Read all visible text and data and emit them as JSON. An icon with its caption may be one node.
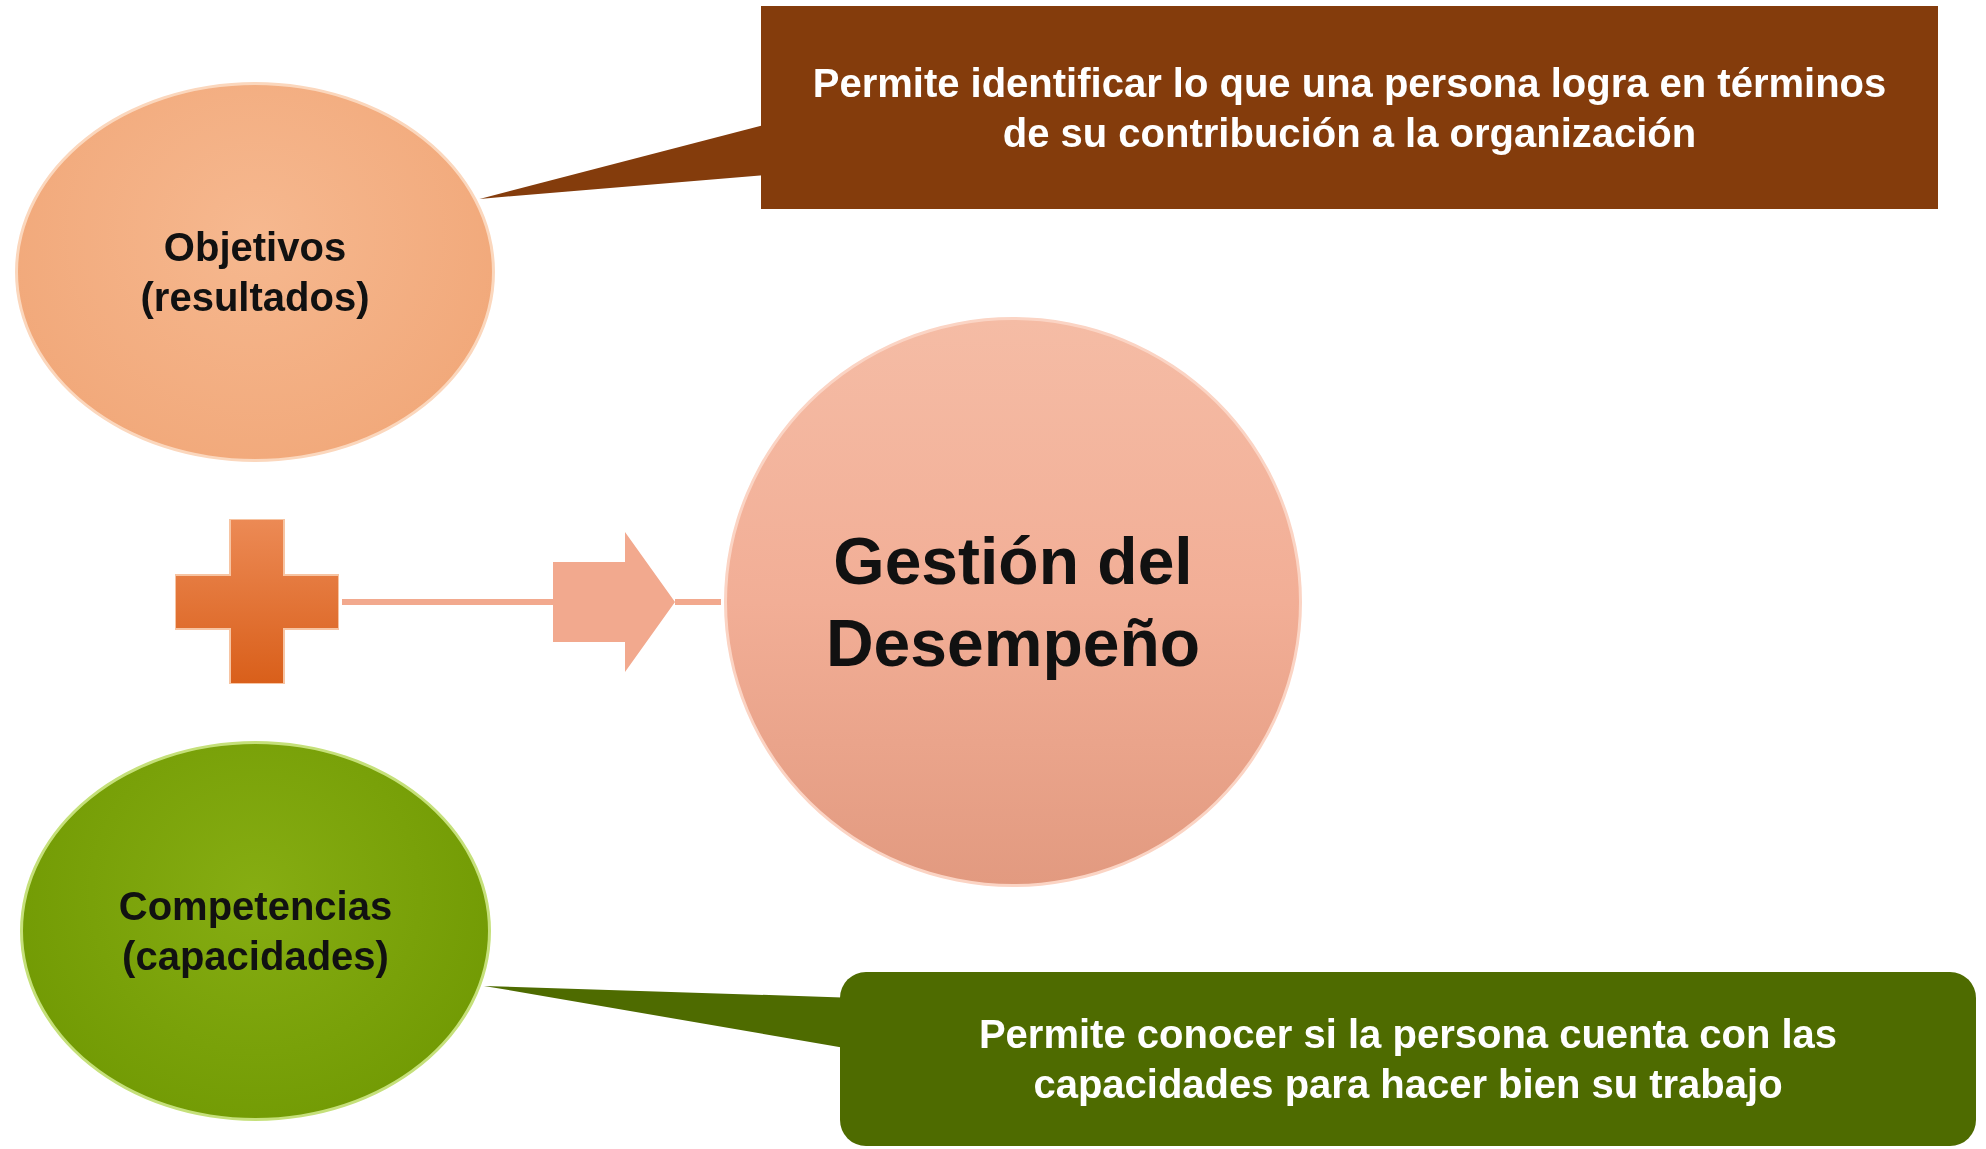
{
  "diagram": {
    "nodes": [
      {
        "text": [
          "Objetivos (resultados)"
        ]
      },
      {
        "text": [
          "Permite identificar lo que una persona logra en términos de su contribución a la organización"
        ]
      },
      {
        "text": [],
        "shape": "plus"
      },
      {
        "text": [
          "Gestión del Desempeño"
        ]
      },
      {
        "text": [
          "Competencias (capacidades)"
        ]
      },
      {
        "text": [
          "Permite conocer si la persona cuenta con las capacidades para hacer bien su trabajo"
        ]
      }
    ],
    "edges": [
      {
        "from": 1,
        "to": 0,
        "arrow": "none",
        "color": "#843c0c"
      },
      {
        "from": 2,
        "to": 3,
        "arrow": "to",
        "style": "thick",
        "color": "#f2a98e"
      },
      {
        "from": 5,
        "to": 4,
        "arrow": "none",
        "color": "#4e6b00"
      }
    ]
  }
}
